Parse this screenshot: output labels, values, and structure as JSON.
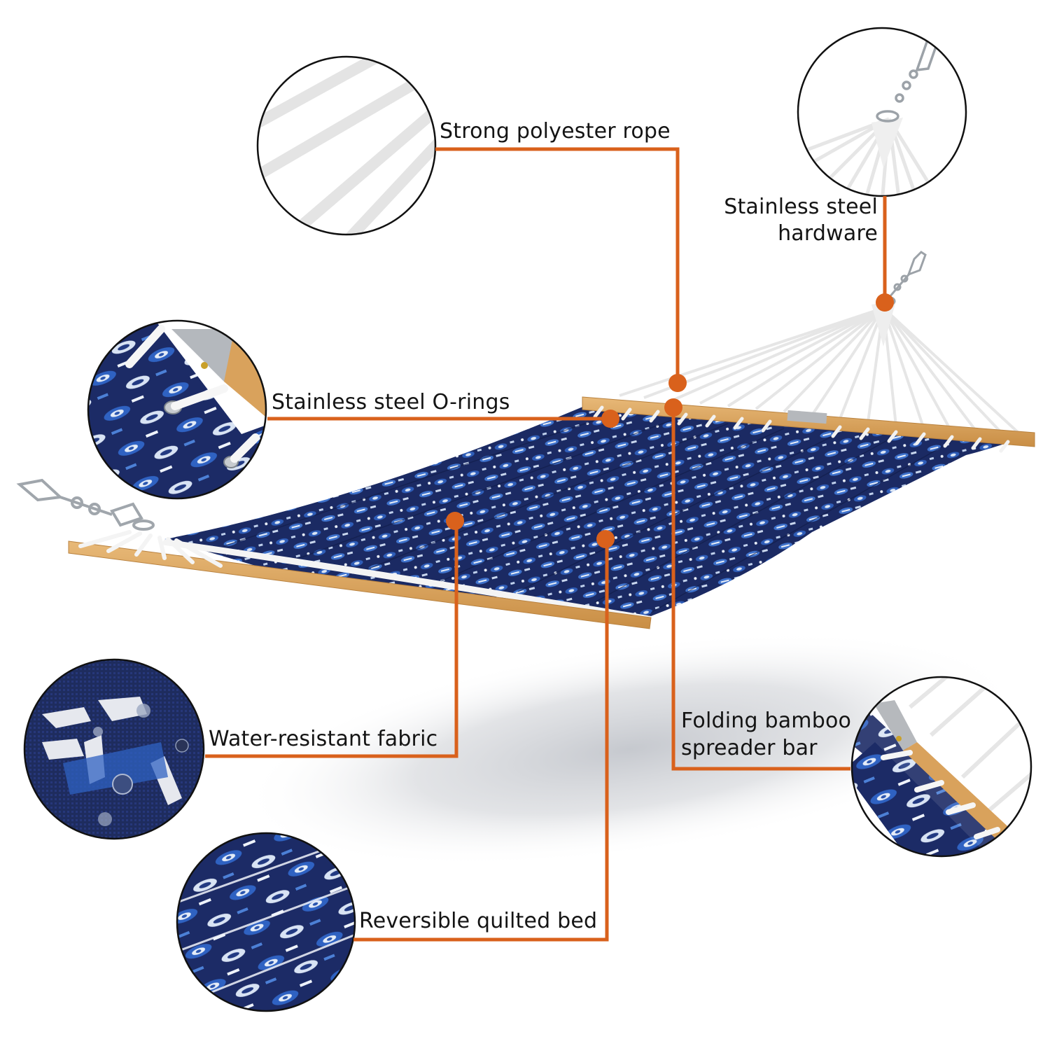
{
  "diagram": {
    "subject": "Quilted hammock with folding bamboo spreader bars",
    "accent_color": "#D9611C",
    "text_color": "#141414",
    "fabric_colors": {
      "navy": "#1B2A63",
      "blue": "#2E5DB8",
      "light": "#DCE6F5"
    },
    "wood_color": "#D9A25C",
    "rope_color": "#EDEDED",
    "shadow_color": "#C9CBD0"
  },
  "callouts": [
    {
      "id": "rope",
      "label": "Strong polyester rope",
      "lines": [
        "Strong polyester rope"
      ]
    },
    {
      "id": "hardware",
      "label": "Stainless steel hardware",
      "lines": [
        "Stainless steel",
        "hardware"
      ]
    },
    {
      "id": "o_rings",
      "label": "Stainless steel O-rings",
      "lines": [
        "Stainless steel O-rings"
      ]
    },
    {
      "id": "fabric",
      "label": "Water-resistant fabric",
      "lines": [
        "Water-resistant fabric"
      ]
    },
    {
      "id": "spreader",
      "label": "Folding bamboo spreader bar",
      "lines": [
        "Folding bamboo",
        "spreader bar"
      ]
    },
    {
      "id": "bed",
      "label": "Reversible quilted bed",
      "lines": [
        "Reversible quilted bed"
      ]
    }
  ],
  "detail_circles": [
    {
      "id": "rope",
      "depicts": "twisted white polyester rope strands"
    },
    {
      "id": "hardware",
      "depicts": "steel chain, carabiner and ring with rope fan"
    },
    {
      "id": "o_rings",
      "depicts": "rope knots through steel grommets beside bamboo bar hinge"
    },
    {
      "id": "fabric",
      "depicts": "close-up of woven fabric with water droplets"
    },
    {
      "id": "spreader",
      "depicts": "folding bamboo bar with steel hinge plate"
    },
    {
      "id": "bed",
      "depicts": "quilted ikat-pattern fabric"
    }
  ]
}
